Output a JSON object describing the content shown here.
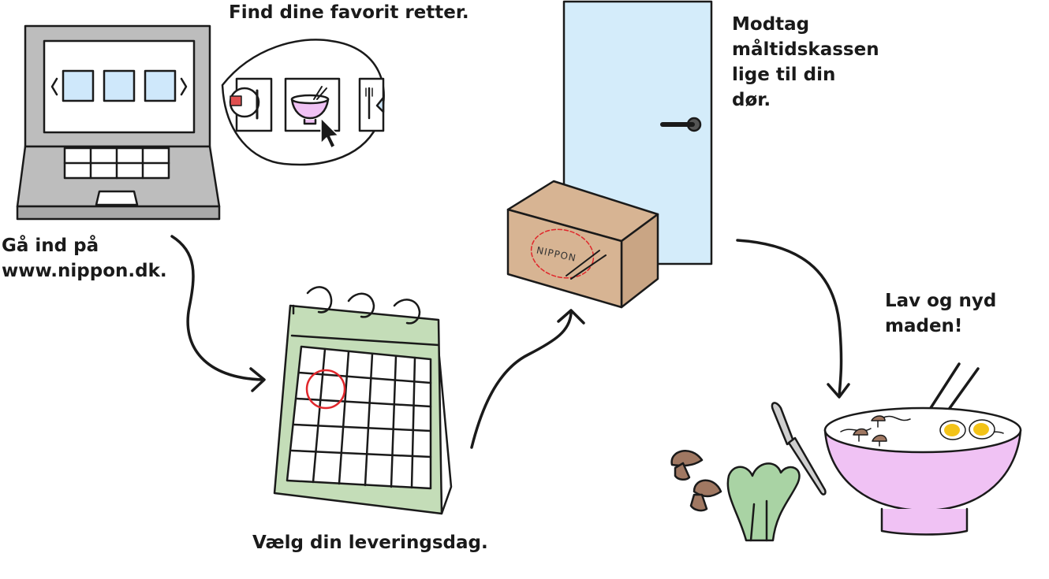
{
  "steps": {
    "find_dishes": "Find dine favorit retter.",
    "visit_site": "Gå ind på\nwww.nippon.dk.",
    "choose_day": "Vælg din leveringsdag.",
    "receive_box": "Modtag\nmåltidskassen\nlige til din\ndør.",
    "cook_enjoy": "Lav og nyd\nmaden!"
  },
  "box_label": "NIPPON",
  "colors": {
    "laptop": "#bdbdbd",
    "screen_tiles": "#cfe8fb",
    "calendar": "#c4ddb8",
    "calendar_mark": "#e0262b",
    "door": "#d4ecfa",
    "box": "#d7b493",
    "bowl": "#f0c2f4",
    "greens": "#a9d3a4",
    "mushroom": "#a07862"
  }
}
